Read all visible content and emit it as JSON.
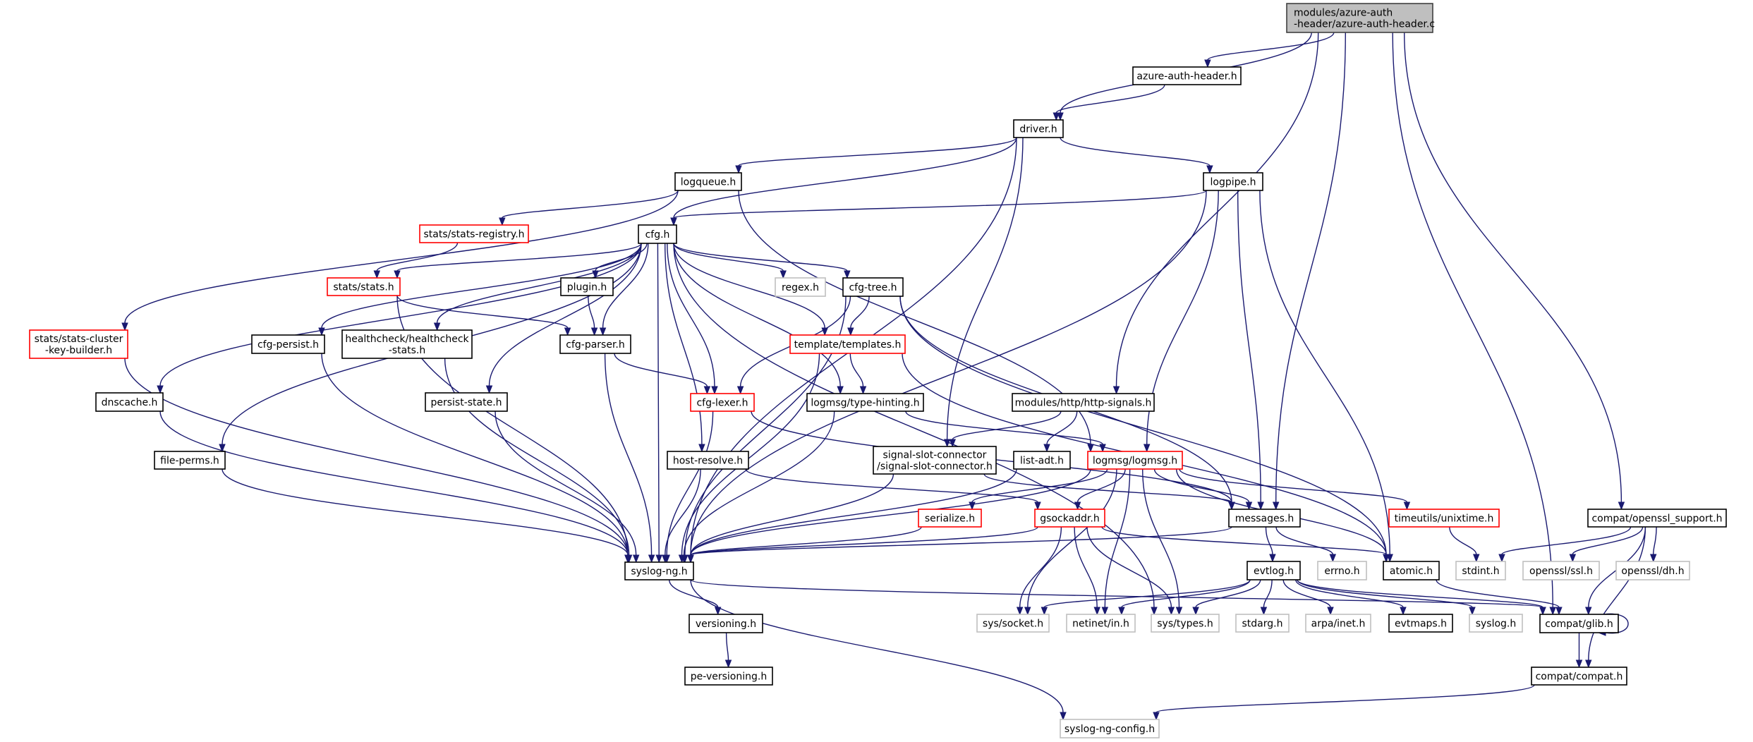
{
  "title": "Include dependency graph for modules/azure-auth-header/azure-auth-header.c",
  "colors": {
    "edge": "#191970",
    "root_fill": "#bfbfbf",
    "root_border": "#404040",
    "documented_border": "#000000",
    "truncated_border": "#ff0000",
    "external_border": "#bfbfbf"
  },
  "nodes": [
    {
      "id": "root",
      "label": [
        "modules/azure-auth",
        "-header/azure-auth-header.c"
      ],
      "kind": "root"
    },
    {
      "id": "azure_auth_header_h",
      "label": [
        "azure-auth-header.h"
      ],
      "kind": "documented"
    },
    {
      "id": "driver_h",
      "label": [
        "driver.h"
      ],
      "kind": "documented"
    },
    {
      "id": "logqueue_h",
      "label": [
        "logqueue.h"
      ],
      "kind": "documented"
    },
    {
      "id": "logpipe_h",
      "label": [
        "logpipe.h"
      ],
      "kind": "documented"
    },
    {
      "id": "stats_registry_h",
      "label": [
        "stats/stats-registry.h"
      ],
      "kind": "truncated"
    },
    {
      "id": "cfg_h",
      "label": [
        "cfg.h"
      ],
      "kind": "documented"
    },
    {
      "id": "stats_h",
      "label": [
        "stats/stats.h"
      ],
      "kind": "truncated"
    },
    {
      "id": "plugin_h",
      "label": [
        "plugin.h"
      ],
      "kind": "documented"
    },
    {
      "id": "regex_h",
      "label": [
        "regex.h"
      ],
      "kind": "external"
    },
    {
      "id": "cfg_tree_h",
      "label": [
        "cfg-tree.h"
      ],
      "kind": "documented"
    },
    {
      "id": "stats_cluster_kb_h",
      "label": [
        "stats/stats-cluster",
        "-key-builder.h"
      ],
      "kind": "truncated"
    },
    {
      "id": "cfg_persist_h",
      "label": [
        "cfg-persist.h"
      ],
      "kind": "documented"
    },
    {
      "id": "healthcheck_h",
      "label": [
        "healthcheck/healthcheck",
        "-stats.h"
      ],
      "kind": "documented"
    },
    {
      "id": "cfg_parser_h",
      "label": [
        "cfg-parser.h"
      ],
      "kind": "documented"
    },
    {
      "id": "templates_h",
      "label": [
        "template/templates.h"
      ],
      "kind": "truncated"
    },
    {
      "id": "dnscache_h",
      "label": [
        "dnscache.h"
      ],
      "kind": "documented"
    },
    {
      "id": "persist_state_h",
      "label": [
        "persist-state.h"
      ],
      "kind": "documented"
    },
    {
      "id": "cfg_lexer_h",
      "label": [
        "cfg-lexer.h"
      ],
      "kind": "truncated"
    },
    {
      "id": "type_hinting_h",
      "label": [
        "logmsg/type-hinting.h"
      ],
      "kind": "documented"
    },
    {
      "id": "http_signals_h",
      "label": [
        "modules/http/http-signals.h"
      ],
      "kind": "documented"
    },
    {
      "id": "file_perms_h",
      "label": [
        "file-perms.h"
      ],
      "kind": "documented"
    },
    {
      "id": "host_resolve_h",
      "label": [
        "host-resolve.h"
      ],
      "kind": "documented"
    },
    {
      "id": "ssc_h",
      "label": [
        "signal-slot-connector",
        "/signal-slot-connector.h"
      ],
      "kind": "documented"
    },
    {
      "id": "list_adt_h",
      "label": [
        "list-adt.h"
      ],
      "kind": "documented"
    },
    {
      "id": "logmsg_h",
      "label": [
        "logmsg/logmsg.h"
      ],
      "kind": "truncated"
    },
    {
      "id": "serialize_h",
      "label": [
        "serialize.h"
      ],
      "kind": "truncated"
    },
    {
      "id": "gsockaddr_h",
      "label": [
        "gsockaddr.h"
      ],
      "kind": "truncated"
    },
    {
      "id": "messages_h",
      "label": [
        "messages.h"
      ],
      "kind": "documented"
    },
    {
      "id": "unixtime_h",
      "label": [
        "timeutils/unixtime.h"
      ],
      "kind": "truncated"
    },
    {
      "id": "openssl_support_h",
      "label": [
        "compat/openssl_support.h"
      ],
      "kind": "documented"
    },
    {
      "id": "syslog_ng_h",
      "label": [
        "syslog-ng.h"
      ],
      "kind": "documented"
    },
    {
      "id": "evtlog_h",
      "label": [
        "evtlog.h"
      ],
      "kind": "documented"
    },
    {
      "id": "errno_h",
      "label": [
        "errno.h"
      ],
      "kind": "external"
    },
    {
      "id": "atomic_h",
      "label": [
        "atomic.h"
      ],
      "kind": "documented"
    },
    {
      "id": "stdint_h",
      "label": [
        "stdint.h"
      ],
      "kind": "external"
    },
    {
      "id": "openssl_ssl_h",
      "label": [
        "openssl/ssl.h"
      ],
      "kind": "external"
    },
    {
      "id": "openssl_dh_h",
      "label": [
        "openssl/dh.h"
      ],
      "kind": "external"
    },
    {
      "id": "versioning_h",
      "label": [
        "versioning.h"
      ],
      "kind": "documented"
    },
    {
      "id": "sys_socket_h",
      "label": [
        "sys/socket.h"
      ],
      "kind": "external"
    },
    {
      "id": "netinet_in_h",
      "label": [
        "netinet/in.h"
      ],
      "kind": "external"
    },
    {
      "id": "sys_types_h",
      "label": [
        "sys/types.h"
      ],
      "kind": "external"
    },
    {
      "id": "stdarg_h",
      "label": [
        "stdarg.h"
      ],
      "kind": "external"
    },
    {
      "id": "arpa_inet_h",
      "label": [
        "arpa/inet.h"
      ],
      "kind": "external"
    },
    {
      "id": "evtmaps_h",
      "label": [
        "evtmaps.h"
      ],
      "kind": "documented"
    },
    {
      "id": "syslog_h",
      "label": [
        "syslog.h"
      ],
      "kind": "external"
    },
    {
      "id": "compat_glib_h",
      "label": [
        "compat/glib.h"
      ],
      "kind": "documented"
    },
    {
      "id": "pe_versioning_h",
      "label": [
        "pe-versioning.h"
      ],
      "kind": "documented"
    },
    {
      "id": "compat_compat_h",
      "label": [
        "compat/compat.h"
      ],
      "kind": "documented"
    },
    {
      "id": "syslog_ng_config_h",
      "label": [
        "syslog-ng-config.h"
      ],
      "kind": "external"
    }
  ],
  "edges": [
    [
      "root",
      "azure_auth_header_h"
    ],
    [
      "root",
      "driver_h"
    ],
    [
      "root",
      "http_signals_h"
    ],
    [
      "root",
      "messages_h"
    ],
    [
      "root",
      "openssl_support_h"
    ],
    [
      "root",
      "compat_glib_h"
    ],
    [
      "azure_auth_header_h",
      "driver_h"
    ],
    [
      "driver_h",
      "logqueue_h"
    ],
    [
      "driver_h",
      "logpipe_h"
    ],
    [
      "driver_h",
      "cfg_h"
    ],
    [
      "driver_h",
      "syslog_ng_h"
    ],
    [
      "driver_h",
      "ssc_h"
    ],
    [
      "logqueue_h",
      "stats_registry_h"
    ],
    [
      "logqueue_h",
      "stats_cluster_kb_h"
    ],
    [
      "logqueue_h",
      "logmsg_h"
    ],
    [
      "logpipe_h",
      "cfg_h"
    ],
    [
      "logpipe_h",
      "syslog_ng_h"
    ],
    [
      "logpipe_h",
      "logmsg_h"
    ],
    [
      "logpipe_h",
      "messages_h"
    ],
    [
      "logpipe_h",
      "atomic_h"
    ],
    [
      "stats_registry_h",
      "stats_h"
    ],
    [
      "cfg_h",
      "stats_h"
    ],
    [
      "cfg_h",
      "plugin_h"
    ],
    [
      "cfg_h",
      "regex_h"
    ],
    [
      "cfg_h",
      "cfg_tree_h"
    ],
    [
      "cfg_h",
      "cfg_persist_h"
    ],
    [
      "cfg_h",
      "healthcheck_h"
    ],
    [
      "cfg_h",
      "cfg_parser_h"
    ],
    [
      "cfg_h",
      "templates_h"
    ],
    [
      "cfg_h",
      "dnscache_h"
    ],
    [
      "cfg_h",
      "persist_state_h"
    ],
    [
      "cfg_h",
      "cfg_lexer_h"
    ],
    [
      "cfg_h",
      "type_hinting_h"
    ],
    [
      "cfg_h",
      "file_perms_h"
    ],
    [
      "cfg_h",
      "host_resolve_h"
    ],
    [
      "cfg_h",
      "syslog_ng_h"
    ],
    [
      "cfg_h",
      "sys_types_h"
    ],
    [
      "stats_h",
      "cfg_parser_h"
    ],
    [
      "stats_h",
      "syslog_ng_h"
    ],
    [
      "plugin_h",
      "cfg_parser_h"
    ],
    [
      "cfg_tree_h",
      "templates_h"
    ],
    [
      "cfg_tree_h",
      "cfg_lexer_h"
    ],
    [
      "cfg_tree_h",
      "syslog_ng_h"
    ],
    [
      "cfg_tree_h",
      "messages_h"
    ],
    [
      "cfg_tree_h",
      "atomic_h"
    ],
    [
      "stats_cluster_kb_h",
      "syslog_ng_h"
    ],
    [
      "cfg_persist_h",
      "syslog_ng_h"
    ],
    [
      "healthcheck_h",
      "syslog_ng_h"
    ],
    [
      "cfg_parser_h",
      "cfg_lexer_h"
    ],
    [
      "cfg_parser_h",
      "syslog_ng_h"
    ],
    [
      "templates_h",
      "type_hinting_h"
    ],
    [
      "templates_h",
      "syslog_ng_h"
    ],
    [
      "templates_h",
      "atomic_h"
    ],
    [
      "dnscache_h",
      "syslog_ng_h"
    ],
    [
      "persist_state_h",
      "syslog_ng_h"
    ],
    [
      "cfg_lexer_h",
      "syslog_ng_h"
    ],
    [
      "cfg_lexer_h",
      "messages_h"
    ],
    [
      "type_hinting_h",
      "syslog_ng_h"
    ],
    [
      "type_hinting_h",
      "logmsg_h"
    ],
    [
      "http_signals_h",
      "ssc_h"
    ],
    [
      "http_signals_h",
      "list_adt_h"
    ],
    [
      "file_perms_h",
      "syslog_ng_h"
    ],
    [
      "host_resolve_h",
      "syslog_ng_h"
    ],
    [
      "host_resolve_h",
      "gsockaddr_h"
    ],
    [
      "ssc_h",
      "syslog_ng_h"
    ],
    [
      "ssc_h",
      "messages_h"
    ],
    [
      "list_adt_h",
      "syslog_ng_h"
    ],
    [
      "logmsg_h",
      "serialize_h"
    ],
    [
      "logmsg_h",
      "gsockaddr_h"
    ],
    [
      "logmsg_h",
      "messages_h"
    ],
    [
      "logmsg_h",
      "unixtime_h"
    ],
    [
      "logmsg_h",
      "syslog_ng_h"
    ],
    [
      "logmsg_h",
      "atomic_h"
    ],
    [
      "logmsg_h",
      "sys_socket_h"
    ],
    [
      "logmsg_h",
      "netinet_in_h"
    ],
    [
      "logmsg_h",
      "sys_types_h"
    ],
    [
      "serialize_h",
      "syslog_ng_h"
    ],
    [
      "gsockaddr_h",
      "syslog_ng_h"
    ],
    [
      "gsockaddr_h",
      "atomic_h"
    ],
    [
      "gsockaddr_h",
      "sys_socket_h"
    ],
    [
      "gsockaddr_h",
      "netinet_in_h"
    ],
    [
      "gsockaddr_h",
      "sys_types_h"
    ],
    [
      "messages_h",
      "syslog_ng_h"
    ],
    [
      "messages_h",
      "evtlog_h"
    ],
    [
      "messages_h",
      "errno_h"
    ],
    [
      "unixtime_h",
      "stdint_h"
    ],
    [
      "openssl_support_h",
      "stdint_h"
    ],
    [
      "openssl_support_h",
      "openssl_ssl_h"
    ],
    [
      "openssl_support_h",
      "openssl_dh_h"
    ],
    [
      "openssl_support_h",
      "compat_glib_h"
    ],
    [
      "openssl_support_h",
      "compat_compat_h"
    ],
    [
      "syslog_ng_h",
      "versioning_h"
    ],
    [
      "syslog_ng_h",
      "compat_glib_h"
    ],
    [
      "syslog_ng_h",
      "syslog_ng_config_h"
    ],
    [
      "evtlog_h",
      "sys_socket_h"
    ],
    [
      "evtlog_h",
      "netinet_in_h"
    ],
    [
      "evtlog_h",
      "sys_types_h"
    ],
    [
      "evtlog_h",
      "stdarg_h"
    ],
    [
      "evtlog_h",
      "arpa_inet_h"
    ],
    [
      "evtlog_h",
      "evtmaps_h"
    ],
    [
      "evtlog_h",
      "syslog_h"
    ],
    [
      "evtlog_h",
      "compat_glib_h"
    ],
    [
      "atomic_h",
      "compat_glib_h"
    ],
    [
      "versioning_h",
      "pe_versioning_h"
    ],
    [
      "compat_glib_h",
      "compat_glib_h"
    ],
    [
      "compat_glib_h",
      "compat_compat_h"
    ],
    [
      "compat_compat_h",
      "syslog_ng_config_h"
    ]
  ]
}
